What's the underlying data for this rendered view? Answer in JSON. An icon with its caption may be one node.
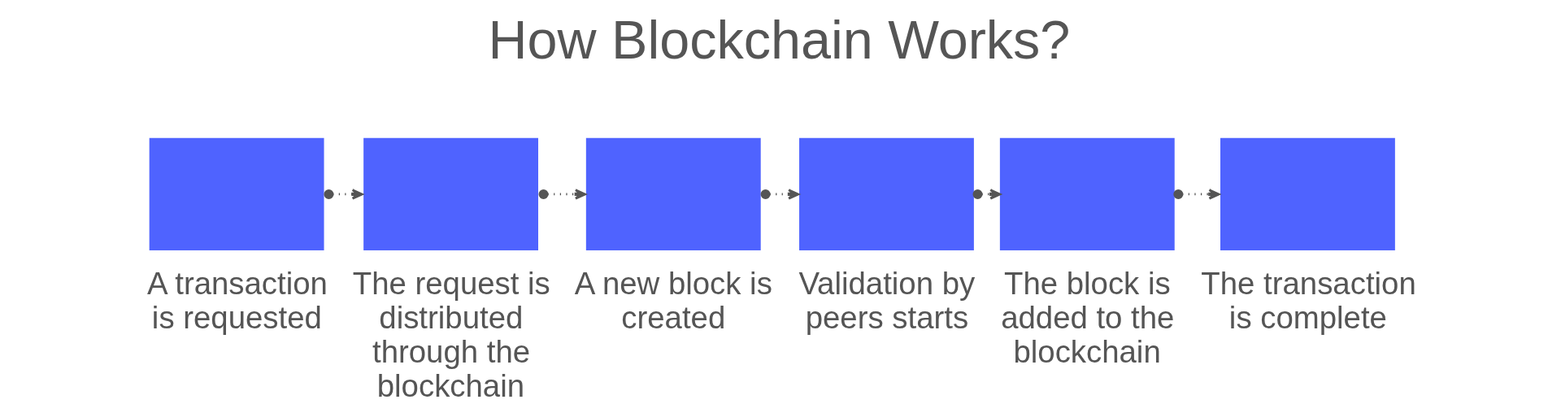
{
  "diagram": {
    "title": "How Blockchain Works?",
    "nodes": [
      {
        "text": [],
        "shape": "box",
        "beside": [
          "A transaction is requested"
        ]
      },
      {
        "text": [],
        "shape": "box",
        "beside": [
          "The request is distributed through the blockchain"
        ]
      },
      {
        "text": [],
        "shape": "box",
        "beside": [
          "A new block is created"
        ]
      },
      {
        "text": [],
        "shape": "box",
        "beside": [
          "Validation by peers starts"
        ]
      },
      {
        "text": [],
        "shape": "box",
        "beside": [
          "The block is added to the blockchain"
        ]
      },
      {
        "text": [],
        "shape": "box",
        "beside": [
          "The transaction is complete"
        ]
      }
    ],
    "edges": [
      {
        "from": 0,
        "to": 1,
        "arrow": "to",
        "style": "dashed"
      },
      {
        "from": 1,
        "to": 2,
        "arrow": "to",
        "style": "dashed"
      },
      {
        "from": 2,
        "to": 3,
        "arrow": "to",
        "style": "dashed"
      },
      {
        "from": 3,
        "to": 4,
        "arrow": "to",
        "style": "dashed"
      },
      {
        "from": 4,
        "to": 5,
        "arrow": "to",
        "style": "dashed"
      }
    ]
  }
}
